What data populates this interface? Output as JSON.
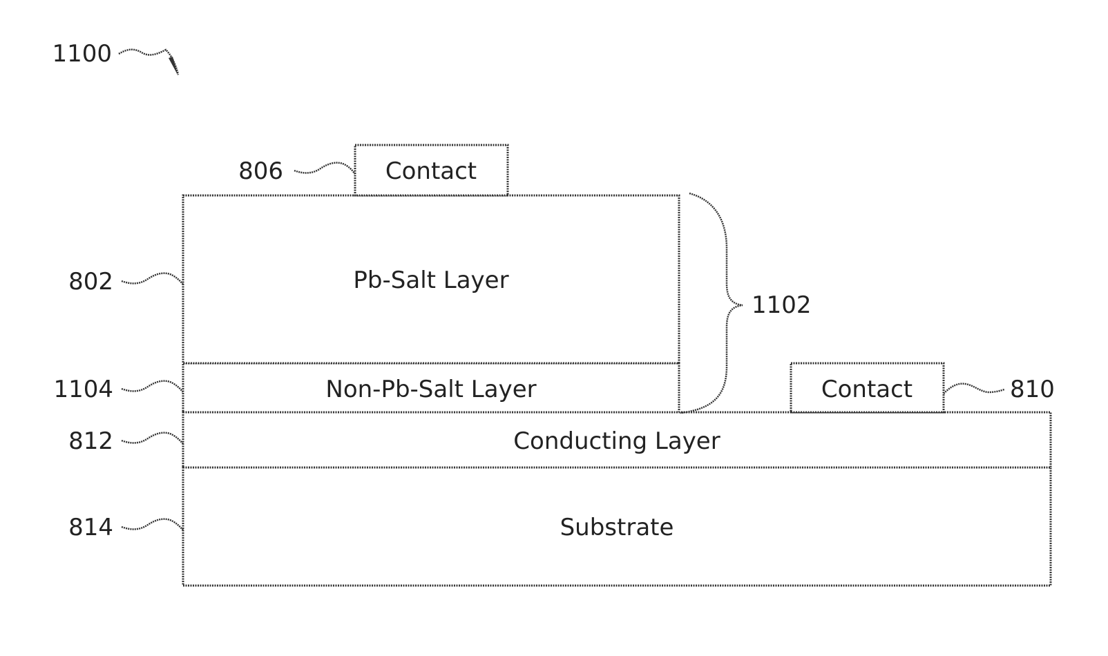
{
  "figure": {
    "number": "1100"
  },
  "layers": {
    "contact_top": {
      "label": "Contact",
      "ref": "806"
    },
    "pb_salt": {
      "label": "Pb-Salt Layer",
      "ref": "802"
    },
    "non_pb_salt": {
      "label": "Non-Pb-Salt Layer",
      "ref": "1104"
    },
    "conducting": {
      "label": "Conducting Layer",
      "ref": "812"
    },
    "substrate": {
      "label": "Substrate",
      "ref": "814"
    },
    "contact_side": {
      "label": "Contact",
      "ref": "810"
    }
  },
  "stack": {
    "ref": "1102"
  }
}
